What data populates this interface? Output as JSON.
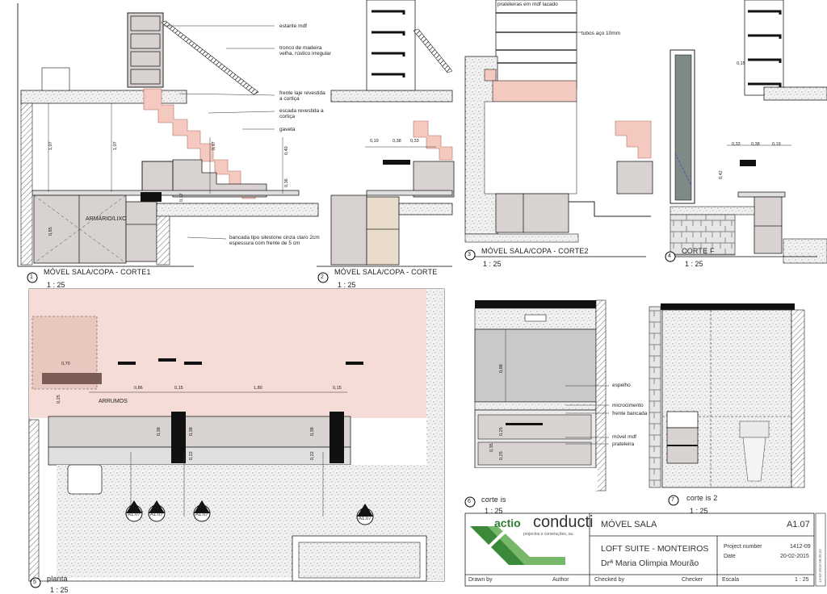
{
  "views": [
    {
      "number": "1",
      "title": "MÓVEL SALA/COPA - CORTE1",
      "scale": "1 : 25"
    },
    {
      "number": "2",
      "title": "MÓVEL SALA/COPA - CORTE",
      "scale": "1 : 25"
    },
    {
      "number": "3",
      "title": "MÓVEL SALA/COPA - CORTE2",
      "scale": "1 : 25"
    },
    {
      "number": "4",
      "title": "CORTE F",
      "scale": "1 : 25"
    },
    {
      "number": "5",
      "title": "planta",
      "scale": "1 : 25"
    },
    {
      "number": "6",
      "title": "corte is",
      "scale": "1 : 25"
    },
    {
      "number": "7",
      "title": "corte is 2",
      "scale": "1 : 25"
    }
  ],
  "annotations": {
    "v1_estante": "estante mdf",
    "v1_tronco": "tronco de madeira velha, rústico irregular",
    "v1_frente": "frente laje revestida a cortiça",
    "v1_escada": "escada revestida a cortiça",
    "v1_gaveta": "gaveta",
    "v1_armario": "ARMÁRIO/LIXO",
    "v1_bancada": "bancada tipo silestone cinza claro 2cm espessura com frente de 5 cm",
    "v3_prateleiras": "prateleiras em mdf lacado",
    "v3_tubos": "tubos aço 10mm",
    "v5_arrumos": "ARRUMOS",
    "v6_espelho": "espelho",
    "v6_microcimento": "microcimento",
    "v6_frente_bancada": "frente bancada",
    "v6_movel_mdf": "móvel mdf",
    "v6_prateleira": "prateleira"
  },
  "dimensions": {
    "v1_d1": "1,07",
    "v1_d2": "1,07",
    "v1_d3": "0,85",
    "v1_d4": "0,17",
    "v1_d5": "0,17",
    "v1_d6": "0,40",
    "v1_d7": "0,36",
    "v2_d1": "0,19",
    "v2_d2": "0,38",
    "v2_d3": "0,33",
    "v4_d1": "0,33",
    "v4_d2": "0,38",
    "v4_d3": "0,19",
    "v4_d4": "0,42",
    "v4_d5": "0,15",
    "v5_d1": "0,86",
    "v5_d2": "0,15",
    "v5_d3": "1,80",
    "v5_d4": "0,15",
    "v5_d5": "0,70",
    "v5_d6": "0,38",
    "v5_d7": "0,38",
    "v5_d8": "0,38",
    "v5_d9": "0,22",
    "v5_d10": "0,22",
    "v5_d11": "0,25",
    "v6_d1": "0,88",
    "v6_d2": "0,25",
    "v6_d3": "0,25",
    "v6_d4": "0,35"
  },
  "section_markers": [
    {
      "num": "1",
      "ref": "A1.07"
    },
    {
      "num": "2",
      "ref": "A1.07"
    },
    {
      "num": "6",
      "ref": "A1.07"
    },
    {
      "num": "3",
      "ref": "A1.07"
    }
  ],
  "title_block": {
    "logo_left": "actio",
    "logo_right": "conducti",
    "logo_tagline": "projectos e construções, sa.",
    "sheet_title": "MÓVEL SALA",
    "sheet_number": "A1.07",
    "project_name": "LOFT SUITE - MONTEIROS",
    "client": "Drª Maria Olimpia Mourão",
    "project_number_label": "Project number",
    "project_number": "1412-09",
    "date_label": "Date",
    "date": "20-02-2015",
    "drawn_by_label": "Drawn by",
    "drawn_by": "Author",
    "checked_by_label": "Checked by",
    "checked_by": "Checker",
    "scale_label": "Escala",
    "scale": "1 : 25",
    "side_stamp": "14-03-2015 09:35:22"
  },
  "colors": {
    "cork": "#f4c9bf",
    "cabinet": "#d6d0cf",
    "slab": "#e9e9e9",
    "logo_green": "#3a8a3a",
    "plan_pink": "#f6dcd6"
  }
}
